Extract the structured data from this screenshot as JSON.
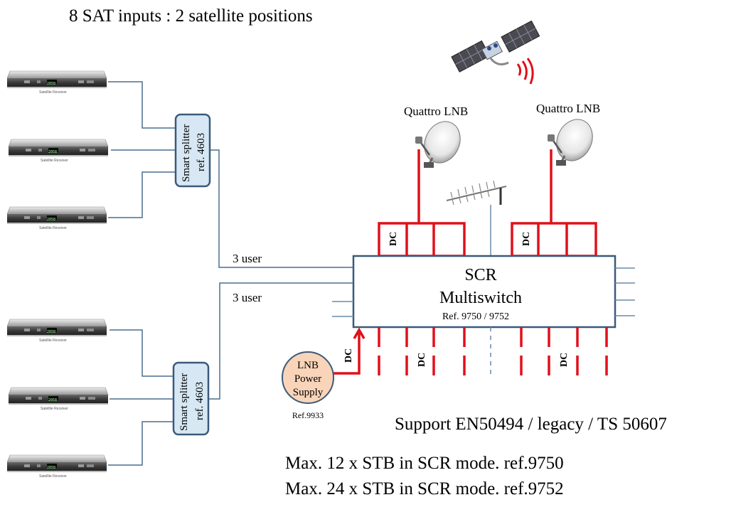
{
  "title": "8 SAT inputs : 2 satellite positions",
  "lnb_left_label": "Quattro LNB",
  "lnb_right_label": "Quattro LNB",
  "splitter_top": {
    "line1": "Smart splitter",
    "line2": "ref. 4603"
  },
  "splitter_bottom": {
    "line1": "Smart splitter",
    "line2": "ref. 4603"
  },
  "user_label_top": "3 user",
  "user_label_bottom": "3 user",
  "multiswitch": {
    "line1": "SCR",
    "line2": "Multiswitch",
    "ref": "Ref. 9750 / 9752"
  },
  "dc_label": "DC",
  "power_supply": {
    "line1": "LNB",
    "line2": "Power",
    "line3": "Supply",
    "ref": "Ref.9933"
  },
  "receiver_caption": "Satellite Receiver",
  "receiver_display": "2058",
  "support_text": "Support EN50494 / legacy / TS 50607",
  "max_line_1": "Max. 12 x STB in SCR mode. ref.9750",
  "max_line_2": "Max. 24 x STB in SCR mode. ref.9752",
  "colors": {
    "red_cable": "#e0101a",
    "blue_cable": "#4a6e8e",
    "splitter_fill": "#d7e8f4",
    "box_border": "#3b5a7a",
    "psu_fill": "#f9d4b9"
  }
}
